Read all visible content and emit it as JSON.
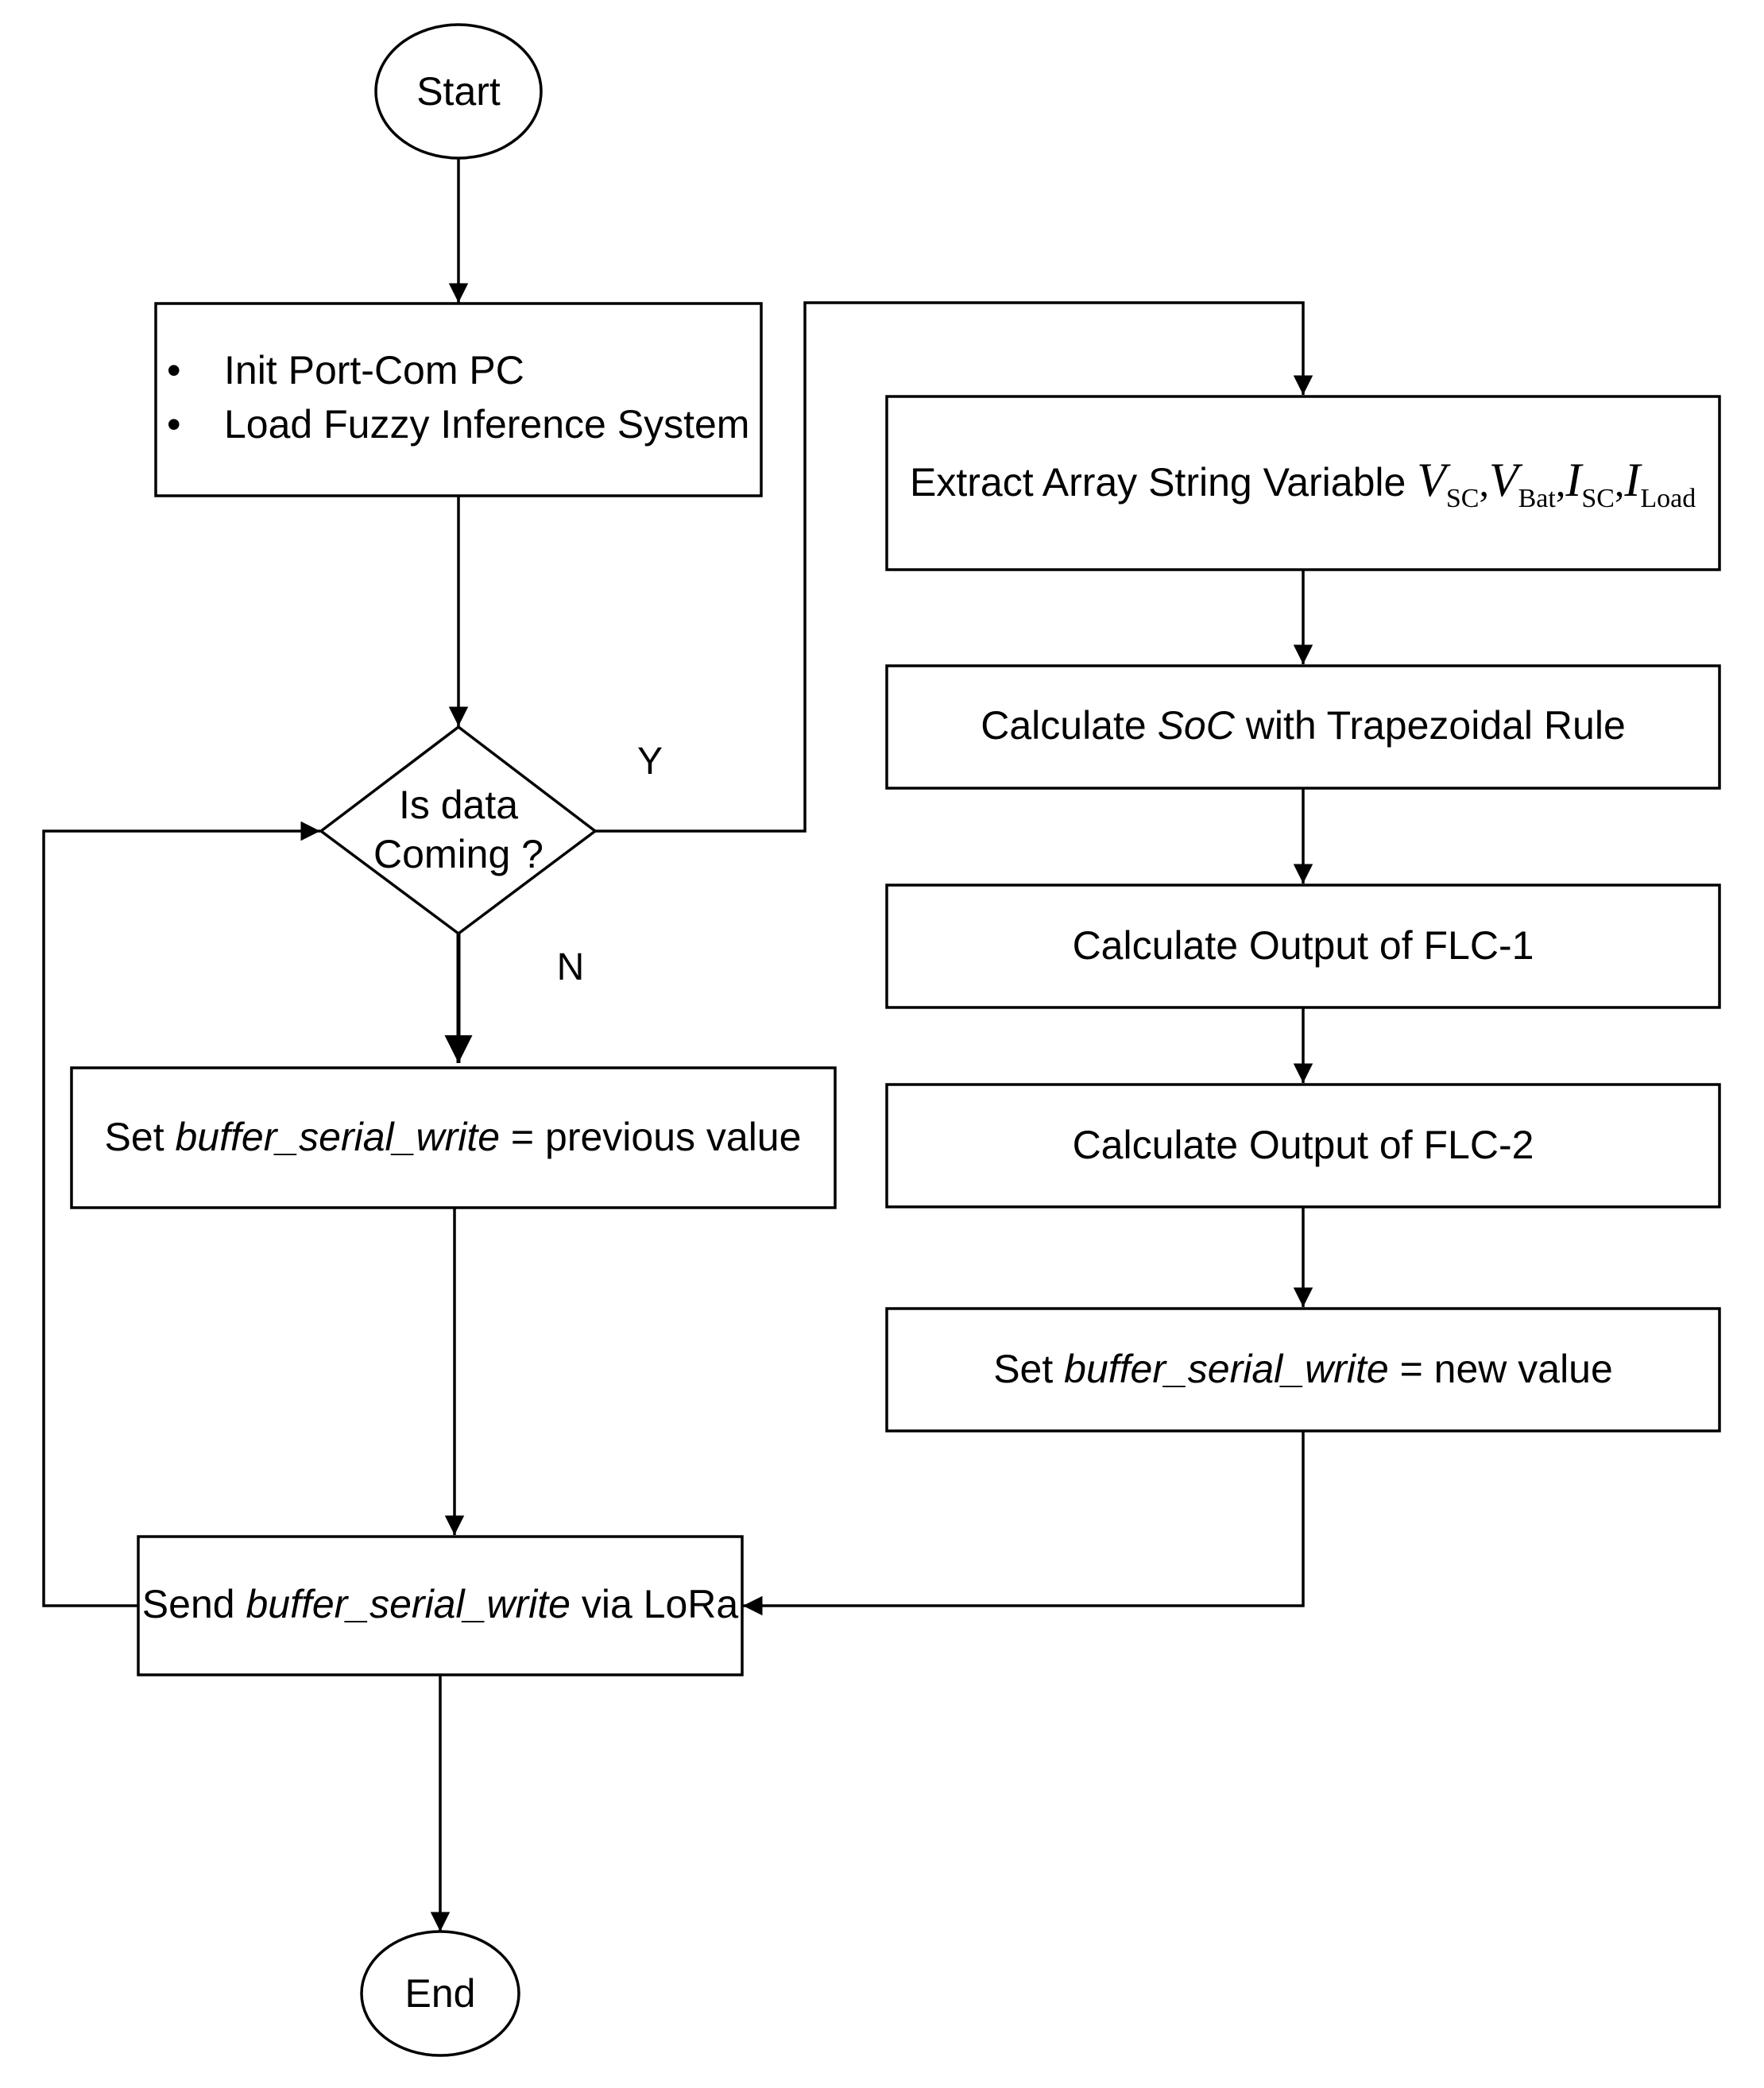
{
  "nodes": {
    "start": {
      "label": "Start"
    },
    "init": {
      "bullets": [
        "Init Port-Com PC",
        "Load Fuzzy Inference System"
      ]
    },
    "decision": {
      "line1": "Is data",
      "line2": "Coming ?"
    },
    "branch_yes": "Y",
    "branch_no": "N",
    "set_prev": {
      "prefix": "Set ",
      "var": "buffer_serial_write",
      "suffix": " = previous value"
    },
    "send": {
      "prefix": "Send ",
      "var": "buffer_serial_write",
      "suffix": " via LoRa"
    },
    "end": {
      "label": "End"
    },
    "extract": {
      "prefix": "Extract Array String Variable ",
      "vars": [
        {
          "sym": "V",
          "sub": "SC"
        },
        {
          "sym": "V",
          "sub": "Bat"
        },
        {
          "sym": "I",
          "sub": "SC"
        },
        {
          "sym": "I",
          "sub": "Load"
        }
      ],
      "separator": ","
    },
    "soc": {
      "prefix": "Calculate ",
      "var": "SoC",
      "suffix": " with Trapezoidal Rule"
    },
    "flc1": {
      "label": "Calculate Output of FLC-1"
    },
    "flc2": {
      "label": "Calculate Output of FLC-2"
    },
    "set_new": {
      "prefix": "Set ",
      "var": "buffer_serial_write",
      "suffix": " = new value"
    }
  },
  "bullet_glyph": "•"
}
